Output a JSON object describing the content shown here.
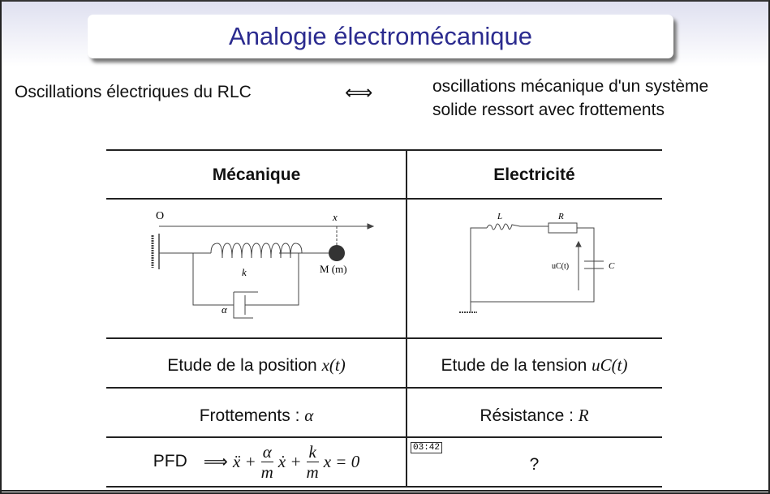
{
  "slide": {
    "title": "Analogie électromécanique",
    "left_text": "Oscillations électriques du RLC",
    "equivalence_symbol": "⟺",
    "right_text": "oscillations mécanique d'un système solide ressort avec frottements"
  },
  "table": {
    "headers": [
      "Mécanique",
      "Electricité"
    ],
    "mech_diagram": {
      "origin": "O",
      "axis": "x",
      "spring": "k",
      "damper": "α",
      "mass": "M (m)"
    },
    "elec_diagram": {
      "inductor": "L",
      "resistor": "R",
      "capacitor": "C",
      "voltage": "uC(t)"
    },
    "rows": [
      {
        "mech_text": "Etude de la position ",
        "mech_math": "x(t)",
        "elec_text": "Etude de la tension ",
        "elec_math": "uC(t)"
      },
      {
        "mech_text": "Frottements : ",
        "mech_math": "α",
        "elec_text": "Résistance : ",
        "elec_math": "R"
      },
      {
        "mech_text": "PFD",
        "mech_eq": {
          "arrow": "⟹",
          "a": "ẍ +",
          "f1n": "α",
          "f1d": "m",
          "b": "ẋ +",
          "f2n": "k",
          "f2d": "m",
          "c": "x = 0"
        },
        "elec_text": "?"
      }
    ]
  },
  "player": {
    "timestamp_tooltip": "03:42"
  }
}
